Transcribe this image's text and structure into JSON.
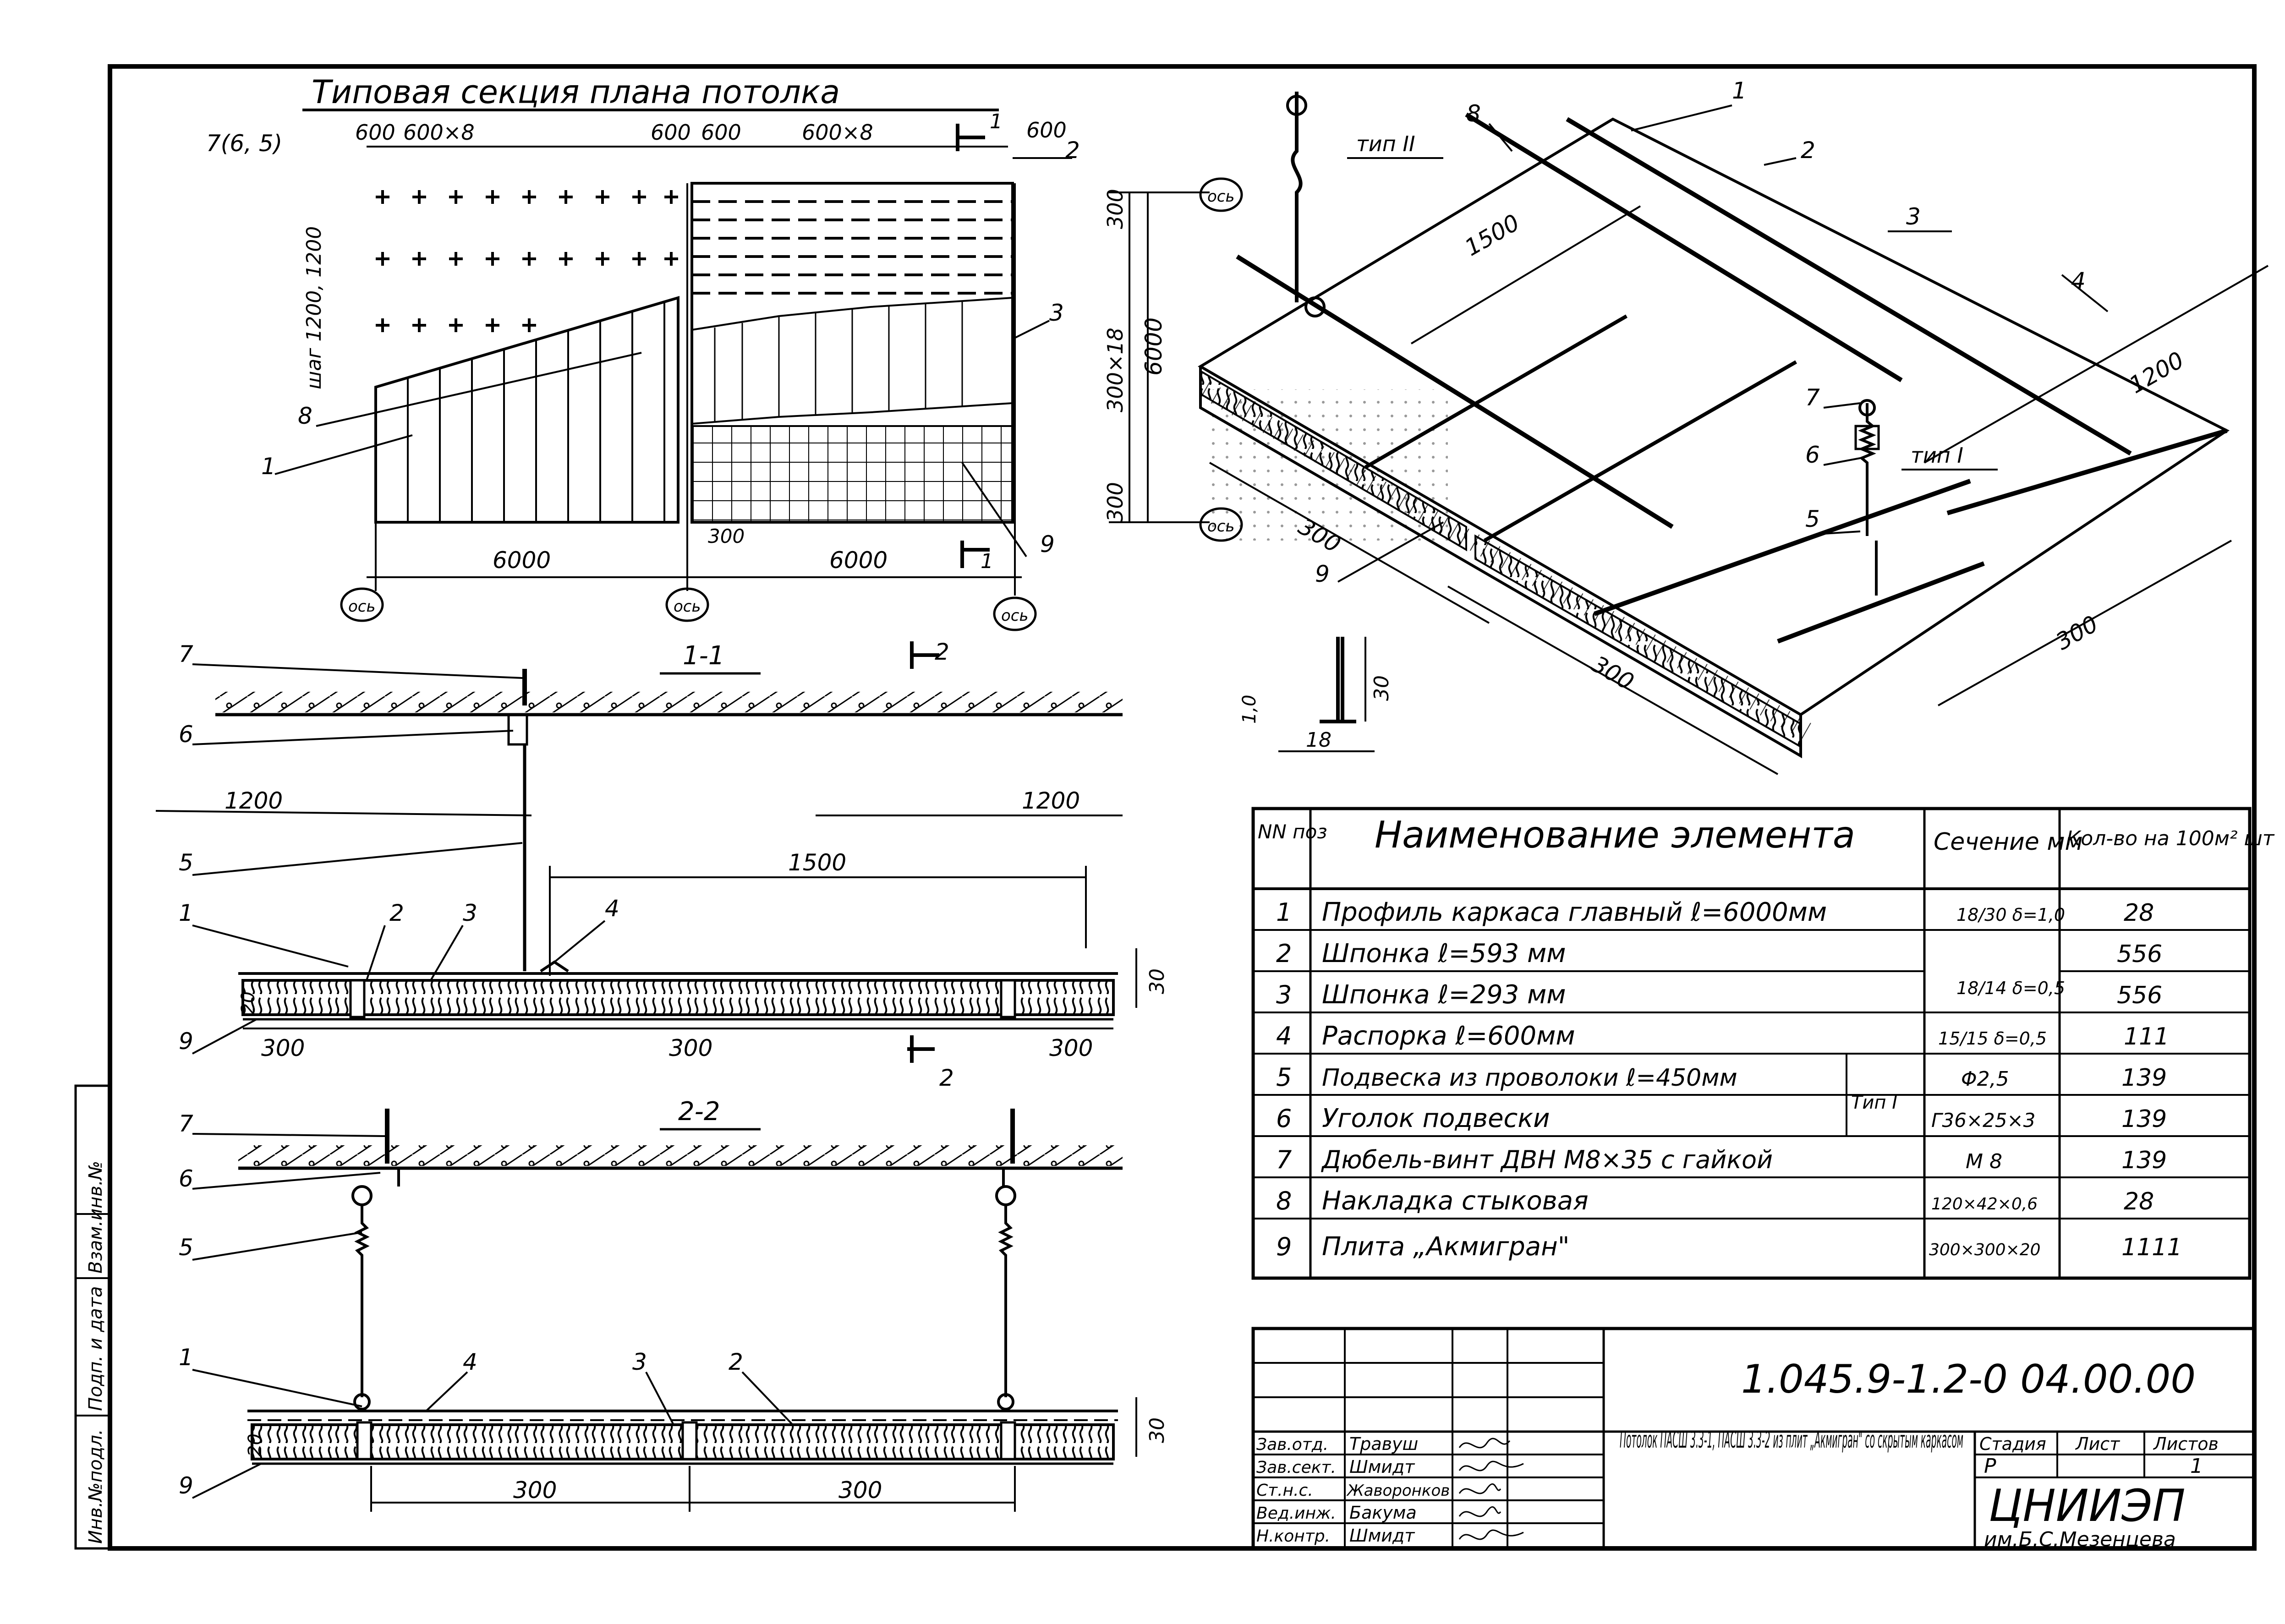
{
  "plan": {
    "title": "Типовая секция плана потолка",
    "top_dims": [
      "600",
      "600×8",
      "600",
      "600",
      "600×8",
      "600"
    ],
    "left_label": "7(6, 5)",
    "vertical_step": "шаг 1200, 1200",
    "right_dims": [
      "300",
      "6000",
      "300×18",
      "300"
    ],
    "bottom_dims": [
      "6000",
      "6000",
      "300"
    ],
    "axis": "ось",
    "section_1": "1",
    "callouts": [
      "1",
      "2",
      "3",
      "8",
      "9"
    ]
  },
  "section11": {
    "title": "1-1",
    "cut": "2",
    "callouts": [
      "7",
      "6",
      "5",
      "1",
      "2",
      "3",
      "4",
      "9"
    ],
    "dims": {
      "left_span": "1200",
      "right_span": "1200",
      "inner": "1500",
      "thk": "20",
      "height": "30",
      "b1": "300",
      "b2": "300",
      "b3": "300"
    }
  },
  "section22": {
    "title": "2-2",
    "callouts": [
      "7",
      "6",
      "5",
      "1",
      "4",
      "3",
      "2",
      "9"
    ],
    "dims": {
      "thk": "20",
      "height": "30",
      "b1": "300",
      "b2": "300"
    }
  },
  "iso": {
    "callouts": [
      "1",
      "2",
      "3",
      "4",
      "5",
      "6",
      "7",
      "8",
      "9"
    ],
    "type1": "тип I",
    "type2": "тип II",
    "dims": [
      "1500",
      "1200",
      "300",
      "300",
      "300"
    ],
    "profile": {
      "h": "30",
      "w": "18",
      "t": "1,0"
    }
  },
  "spec": {
    "headers": {
      "pos": "NN поз",
      "name": "Наименование элемента",
      "section": "Сечение мм",
      "qty": "Кол-во на 100м² шт"
    },
    "rows": [
      {
        "pos": "1",
        "name": "Профиль каркаса главный ℓ=6000мм",
        "section": "18/30 δ=1,0",
        "qty": "28"
      },
      {
        "pos": "2",
        "name": "Шпонка ℓ=593 мм",
        "section": "",
        "qty": "556"
      },
      {
        "pos": "3",
        "name": "Шпонка ℓ=293 мм",
        "section": "18/14 δ=0,5",
        "qty": "556"
      },
      {
        "pos": "4",
        "name": "Распорка ℓ=600мм",
        "section": "15/15 δ=0,5",
        "qty": "111"
      },
      {
        "pos": "5",
        "name": "Подвеска из проволоки ℓ=450мм",
        "section": "Φ2,5",
        "qty": "139"
      },
      {
        "pos": "6",
        "name": "Уголок подвески",
        "section": "Г36×25×3",
        "qty": "139"
      },
      {
        "pos": "7",
        "name": "Дюбель-винт ДВН М8×35 с гайкой",
        "section": "М 8",
        "qty": "139"
      },
      {
        "pos": "8",
        "name": "Накладка стыковая",
        "section": "120×42×0,6",
        "qty": "28"
      },
      {
        "pos": "9",
        "name": "Плита „Акмигран\"",
        "section": "300×300×20",
        "qty": "1111"
      }
    ],
    "type_label": "Тип I"
  },
  "stamp": {
    "code": "1.045.9-1.2-0 04.00.00",
    "title": "Потолок ПАСШ 3.3-1, ПАСШ 3.3-2 из плит „Акмигран\" со скрытым каркасом",
    "roles": [
      "Зав.отд.",
      "Зав.сект.",
      "Ст.н.с.",
      "Вед.инж.",
      "Н.контр."
    ],
    "names": [
      "Травуш",
      "Шмидт",
      "Жаворонков",
      "Бакума",
      "Шмидт"
    ],
    "stage_label": "Стадия",
    "sheet_label": "Лист",
    "sheets_label": "Листов",
    "stage": "Р",
    "sheet": "",
    "sheets": "1",
    "org": "ЦНИИЭП",
    "org_sub": "им.Б.С.Мезенцева"
  },
  "side_stamp": [
    "Инв.№подл.",
    "Подп. и дата",
    "Взам.инв.№"
  ]
}
